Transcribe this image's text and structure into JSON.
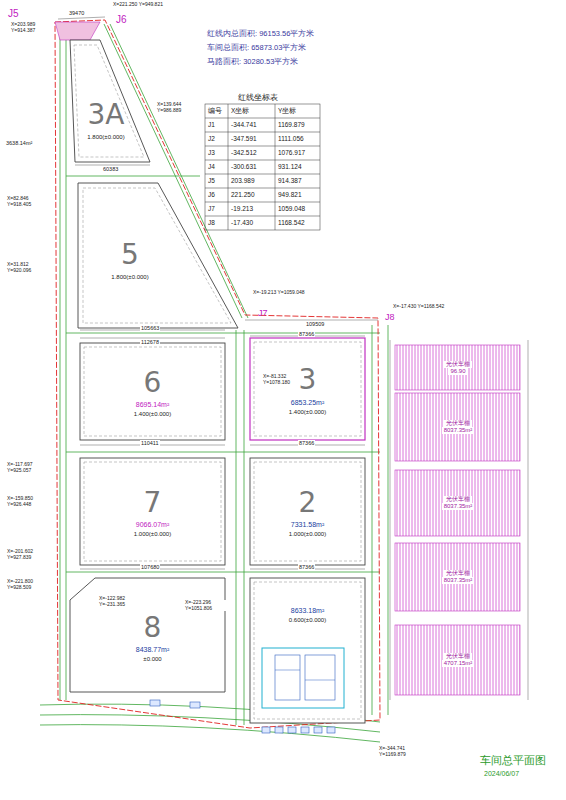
{
  "diagram": {
    "caption": "车间总平面图",
    "nodes": [
      {
        "text": [
          "3A",
          "1.800(±0.000)"
        ]
      },
      {
        "text": [
          "5",
          "1.800(±0.000)"
        ]
      },
      {
        "text": [
          "6",
          "8695.14m²",
          "1.400(±0.000)"
        ]
      },
      {
        "text": [
          "3",
          "6853.25m²",
          "1.400(±0.000)"
        ]
      },
      {
        "text": [
          "7",
          "9066.07m²",
          "1.000(±0.000)"
        ]
      },
      {
        "text": [
          "2",
          "7331.58m²",
          "1.000(±0.000)"
        ]
      },
      {
        "text": [
          "8",
          "8438.77m²",
          "±0.000"
        ]
      },
      {
        "text": [
          "8633.18m²",
          "0.600(±0.000)"
        ]
      },
      {
        "text": [
          "光伏车棚",
          "96.90"
        ]
      },
      {
        "text": [
          "光伏车棚",
          "8037.35m²"
        ]
      },
      {
        "text": [
          "光伏车棚",
          "8037.35m²"
        ]
      },
      {
        "text": [
          "光伏车棚",
          "8037.35m²"
        ]
      },
      {
        "text": [
          "光伏车棚",
          "4707.15m²"
        ]
      }
    ],
    "labels": [
      "红线内总面积: 96153.56平方米",
      "车间总面积: 65873.03平方米",
      "马路面积: 30280.53平方米",
      "红线坐标表",
      "编号",
      "X坐标",
      "Y坐标",
      "J1",
      "-344.741",
      "1169.879",
      "J2",
      "-347.591",
      "1111.056",
      "J3",
      "-342.512",
      "1076.917",
      "J4",
      "-300.631",
      "931.124",
      "J5",
      "203.989",
      "914.387",
      "J6",
      "221.250",
      "949.821",
      "J7",
      "-19.213",
      "1059.048",
      "J8",
      "-17.430",
      "1168.542",
      "J5",
      "J6",
      "J7",
      "J8",
      "X=203.989 Y=914.387",
      "X=221.250 Y=949.821",
      "X=139.644 Y=986.889",
      "X=82.846 Y=918.405",
      "X=31.812 Y=920.096",
      "X=-19.213 Y=1059.048",
      "X=-17.430 Y=1168.542",
      "X=-81.332 Y=1078.180",
      "X=-117.697 Y=925.057",
      "X=-159.850 Y=926.448",
      "X=-201.602 Y=927.839",
      "X=-221.800 Y=928.509",
      "X=-122.982 Y=-231.365",
      "X=-223.296 Y=1051.806",
      "X=-344.741 Y=1169.879",
      "3638.14m²",
      "105663",
      "112678",
      "110411",
      "107680",
      "87366",
      "87366",
      "87366",
      "109509",
      "39470",
      "60383",
      "2024/06/07"
    ]
  }
}
